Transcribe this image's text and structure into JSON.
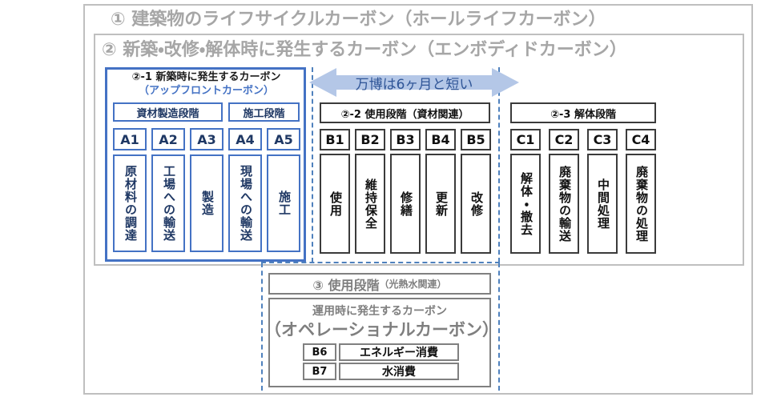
{
  "frames": {
    "level1_title": "① 建築物のライフサイクルカーボン（ホールライフカーボン）",
    "level2_title": "② 新築・改修・解体時に発生するカーボン（エンボディドカーボン）"
  },
  "arrow": {
    "label": "万博は6ヶ月と短い",
    "fill": "#b4c7e7",
    "text_color": "#2f5597"
  },
  "colors": {
    "blue_border": "#4472c4",
    "blue_text": "#1f3864",
    "dark_border": "#3b3b3b",
    "gray_frame": "#bfbfbf",
    "gray_text": "#a6a6a6",
    "dashed_blue": "#4f81bd"
  },
  "group_a": {
    "title": "②-1 新築時に発生するカーボン",
    "subtitle": "（アップフロントカーボン）",
    "stage_headers": [
      {
        "label": "資材製造段階"
      },
      {
        "label": "施工段階"
      }
    ],
    "cells": [
      {
        "code": "A1",
        "label": "原材料の調達"
      },
      {
        "code": "A2",
        "label": "工場への輸送"
      },
      {
        "code": "A3",
        "label": "製造"
      },
      {
        "code": "A4",
        "label": "現場への輸送"
      },
      {
        "code": "A5",
        "label": "施工"
      }
    ]
  },
  "group_b": {
    "title": "②-2 使用段階（資材関連）",
    "cells": [
      {
        "code": "B1",
        "label": "使用"
      },
      {
        "code": "B2",
        "label": "維持保全"
      },
      {
        "code": "B3",
        "label": "修繕"
      },
      {
        "code": "B4",
        "label": "更新"
      },
      {
        "code": "B5",
        "label": "改修"
      }
    ]
  },
  "group_c": {
    "title": "②-3 解体段階",
    "cells": [
      {
        "code": "C1",
        "label": "解体・撤去"
      },
      {
        "code": "C2",
        "label": "廃棄物の輸送"
      },
      {
        "code": "C3",
        "label": "中間処理"
      },
      {
        "code": "C4",
        "label": "廃棄物の処理"
      }
    ]
  },
  "section3": {
    "title_main": "③ 使用段階",
    "title_sub": "（光熱水関連）",
    "line1": "運用時に発生するカーボン",
    "line2": "（オペレーショナルカーボン）",
    "rows": [
      {
        "code": "B6",
        "label": "エネルギー消費"
      },
      {
        "code": "B7",
        "label": "水消費"
      }
    ]
  }
}
